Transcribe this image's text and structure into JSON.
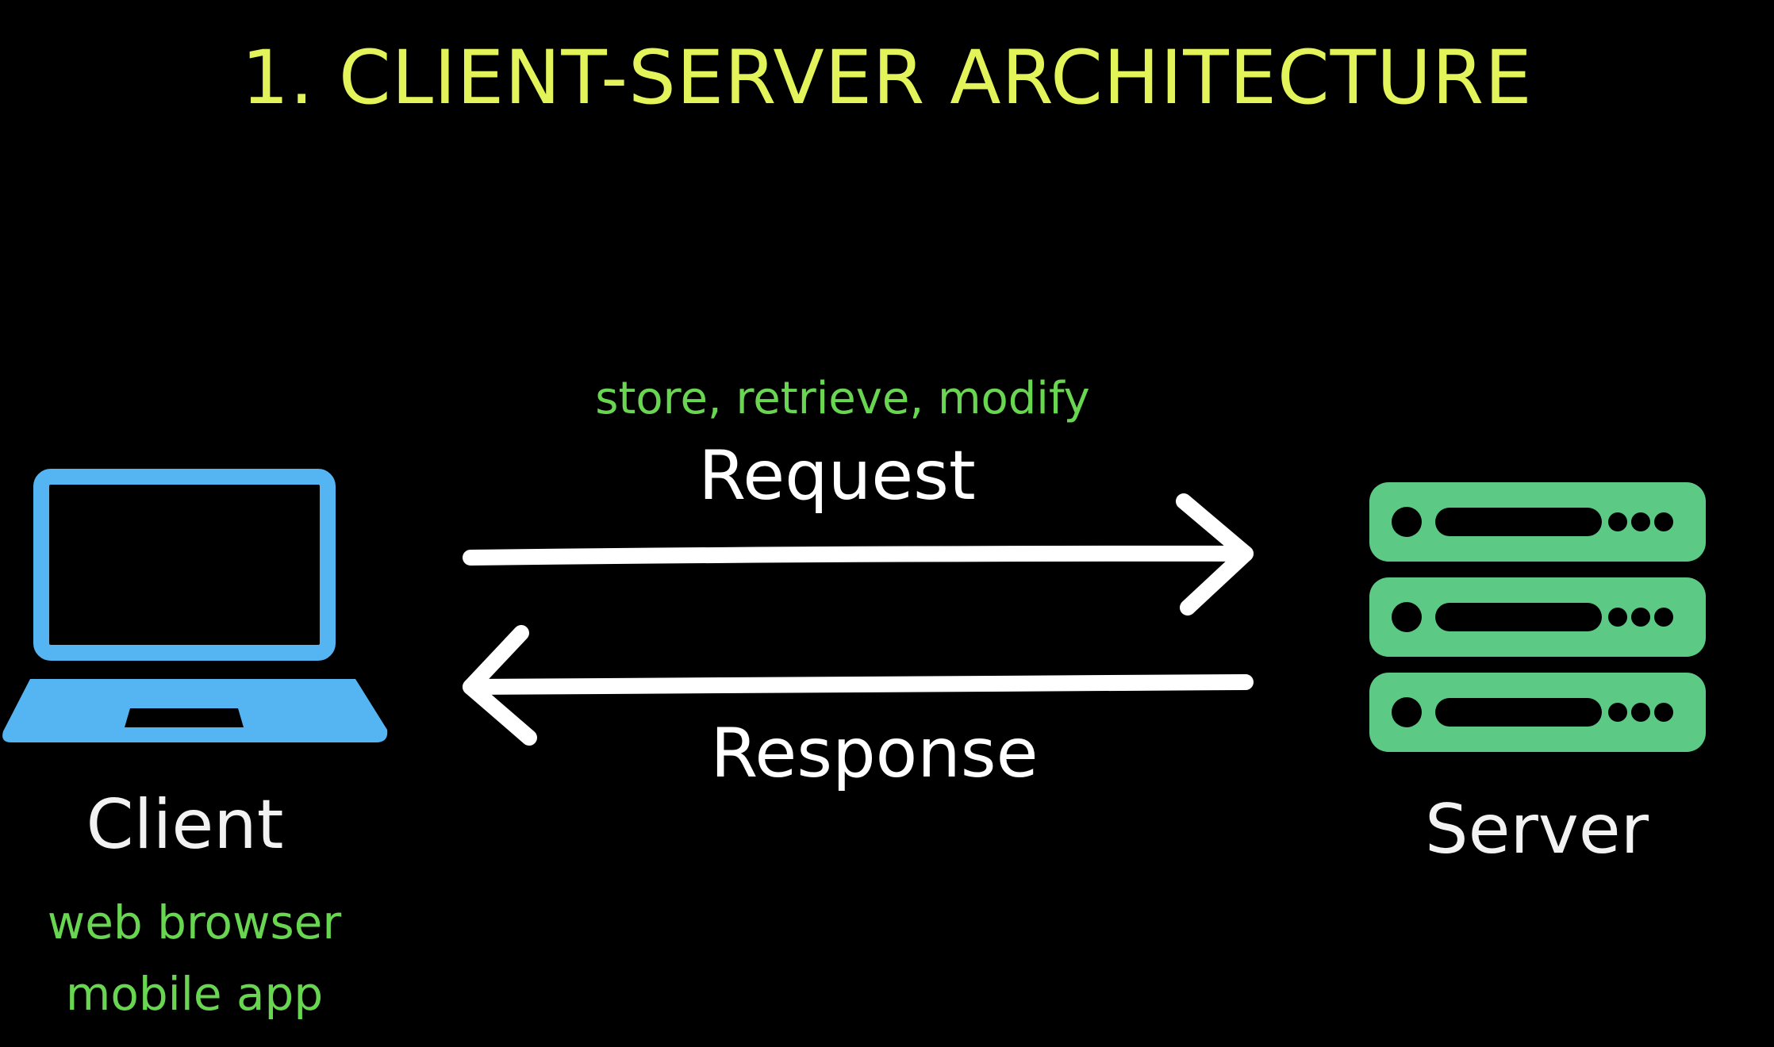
{
  "diagram": {
    "title": "1. CLIENT-SERVER ARCHITECTURE",
    "operations_text": "store, retrieve, modify",
    "request_label": "Request",
    "response_label": "Response",
    "client": {
      "label": "Client",
      "examples": [
        "web browser",
        "mobile app"
      ],
      "icon": "laptop-icon"
    },
    "server": {
      "label": "Server",
      "icon": "server-rack-icon"
    }
  },
  "colors": {
    "background": "#000000",
    "title": "#e3f35a",
    "accent_green": "#69d651",
    "laptop_blue": "#55b4f2",
    "server_green": "#5cc985",
    "arrows": "#ffffff"
  }
}
